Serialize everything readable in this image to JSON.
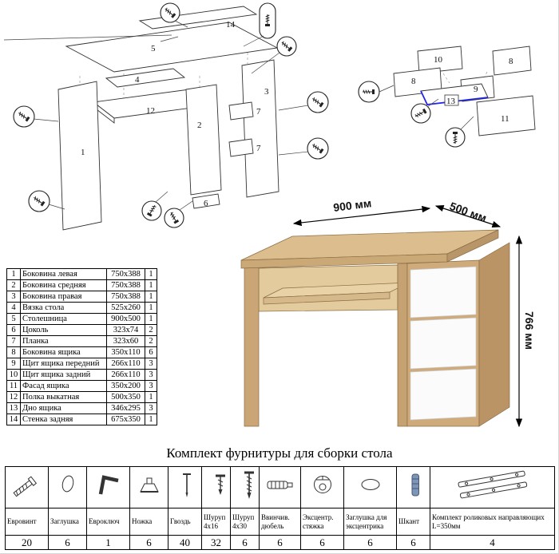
{
  "title": "Комплект фурнитуры для сборки стола",
  "parts_table": {
    "rows": [
      {
        "num": "1",
        "name": "Боковина левая",
        "size": "750x388",
        "qty": "1"
      },
      {
        "num": "2",
        "name": "Боковина средняя",
        "size": "750x388",
        "qty": "1"
      },
      {
        "num": "3",
        "name": "Боковина правая",
        "size": "750x388",
        "qty": "1"
      },
      {
        "num": "4",
        "name": "Вязка стола",
        "size": "525x260",
        "qty": "1"
      },
      {
        "num": "5",
        "name": "Столешница",
        "size": "900x500",
        "qty": "1"
      },
      {
        "num": "6",
        "name": "Цоколь",
        "size": "323x74",
        "qty": "2"
      },
      {
        "num": "7",
        "name": "Планка",
        "size": "323x60",
        "qty": "2"
      },
      {
        "num": "8",
        "name": "Боковина ящика",
        "size": "350x110",
        "qty": "6"
      },
      {
        "num": "9",
        "name": "Щит ящика передний",
        "size": "266x110",
        "qty": "3"
      },
      {
        "num": "10",
        "name": "Щит ящика задний",
        "size": "266x110",
        "qty": "3"
      },
      {
        "num": "11",
        "name": "Фасад ящика",
        "size": "350x200",
        "qty": "3"
      },
      {
        "num": "12",
        "name": "Полка выкатная",
        "size": "500x350",
        "qty": "1"
      },
      {
        "num": "13",
        "name": "Дно ящика",
        "size": "346x295",
        "qty": "3"
      },
      {
        "num": "14",
        "name": "Стенка задняя",
        "size": "675x350",
        "qty": "1"
      }
    ]
  },
  "desk": {
    "width_label": "900 мм",
    "depth_label": "500 мм",
    "height_label": "766 мм",
    "wood_color": "#d4b183",
    "drawer_color": "#fbfbfb"
  },
  "diagram_left": {
    "labels": [
      "14",
      "5",
      "4",
      "12",
      "2",
      "1",
      "3",
      "7",
      "7",
      "6"
    ]
  },
  "diagram_right": {
    "labels": [
      "10",
      "8",
      "8",
      "9",
      "13",
      "11"
    ]
  },
  "hardware": {
    "items": [
      {
        "name": "Евровинт",
        "qty": "20",
        "icon": "euroscrew-icon"
      },
      {
        "name": "Заглушка",
        "qty": "6",
        "icon": "plug-icon"
      },
      {
        "name": "Евроключ",
        "qty": "1",
        "icon": "hex-key-icon"
      },
      {
        "name": "Ножка",
        "qty": "6",
        "icon": "leg-icon"
      },
      {
        "name": "Гвоздь",
        "qty": "40",
        "icon": "nail-icon"
      },
      {
        "name": "Шуруп 4x16",
        "qty": "32",
        "icon": "screw-4x16-icon"
      },
      {
        "name": "Шуруп 4x30",
        "qty": "6",
        "icon": "screw-4x30-icon"
      },
      {
        "name": "Ввинчив. дюбель",
        "qty": "6",
        "icon": "dowel-screw-icon"
      },
      {
        "name": "Эксцентр. стяжка",
        "qty": "6",
        "icon": "cam-lock-icon"
      },
      {
        "name": "Заглушка для эксцентрика",
        "qty": "6",
        "icon": "cam-cover-icon"
      },
      {
        "name": "Шкант",
        "qty": "6",
        "icon": "wood-dowel-icon"
      },
      {
        "name": "Комплект роликовых направляющих L=350мм",
        "qty": "4",
        "icon": "drawer-slides-icon"
      }
    ]
  }
}
